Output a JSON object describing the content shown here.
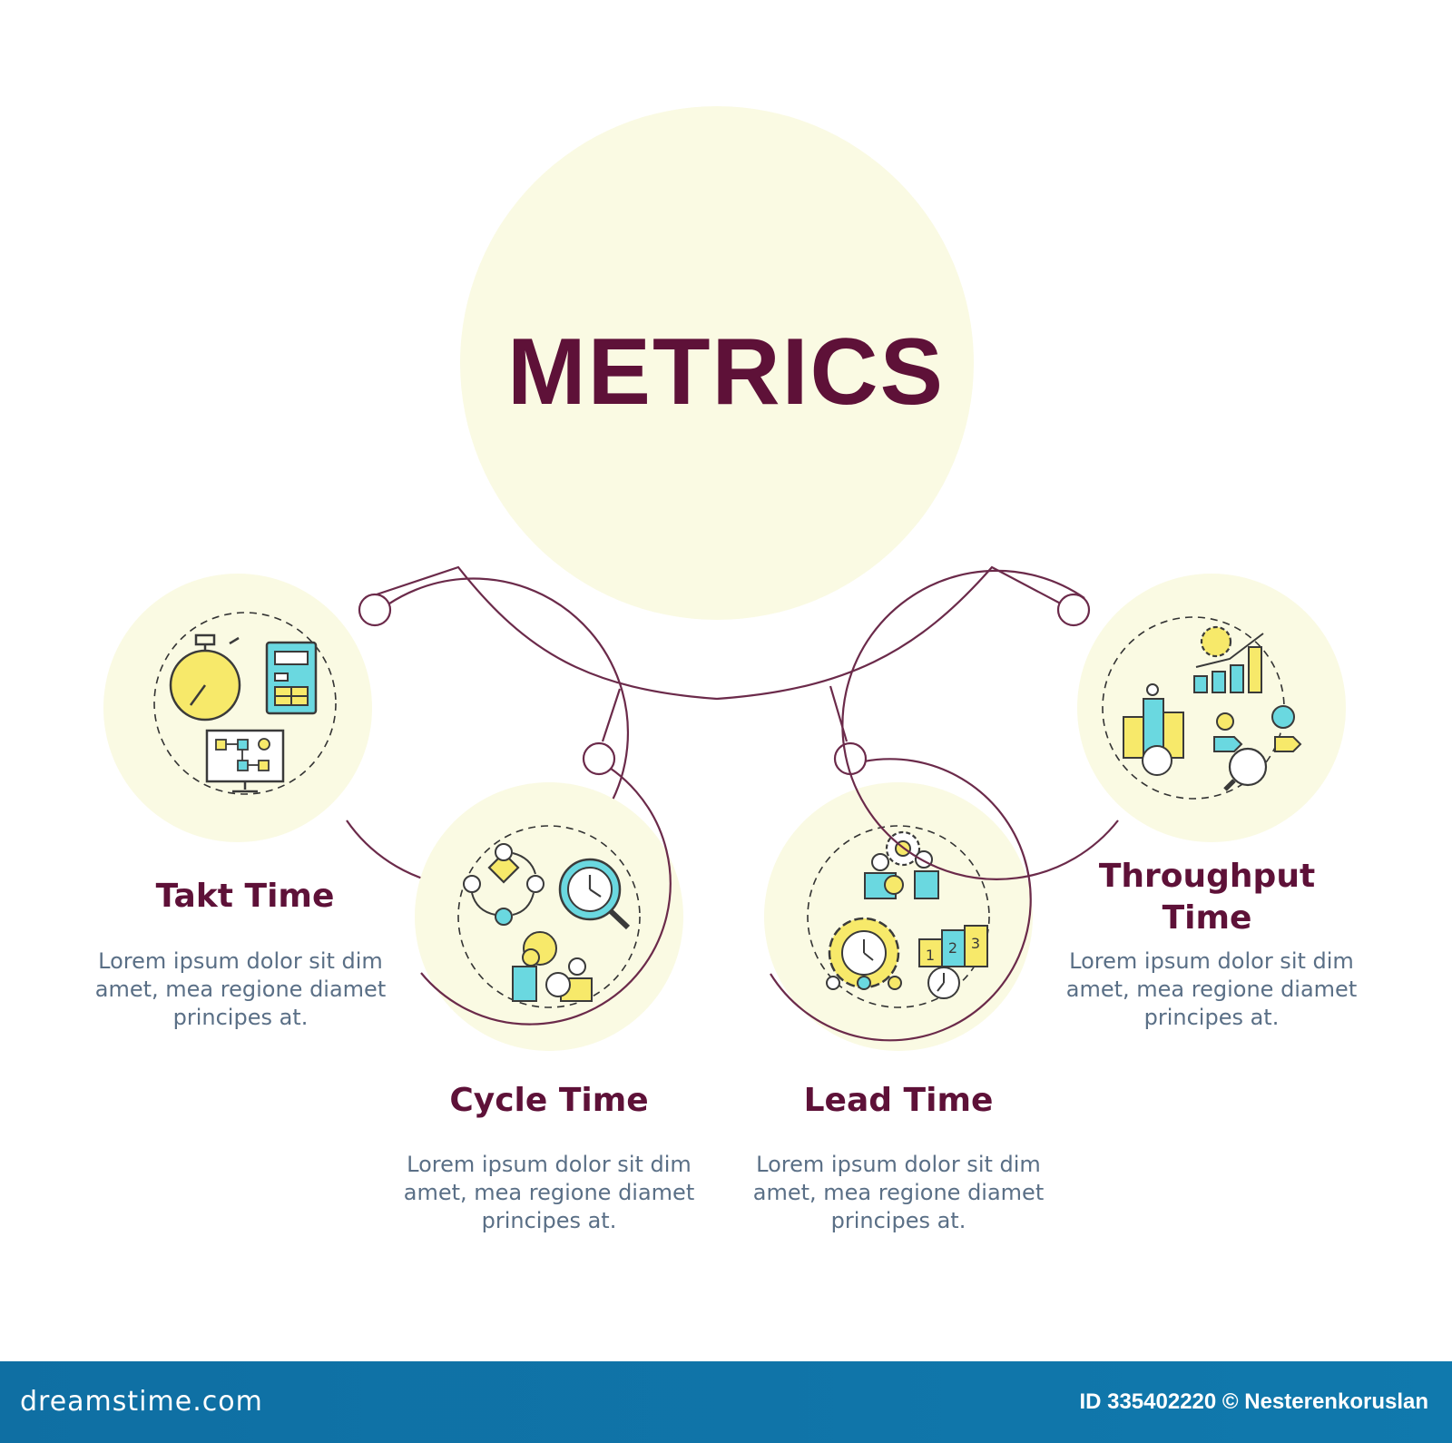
{
  "title": "METRICS",
  "colors": {
    "brand": "#5e1138",
    "connector": "#6b2a4a",
    "circle_fill": "#fafae3",
    "icon_yellow": "#f7e96a",
    "icon_cyan": "#6ad8e0",
    "text_gray": "#5a6f86",
    "footer": "#1079ad"
  },
  "items": [
    {
      "heading": "Takt Time",
      "description": "Lorem ipsum dolor sit dim amet, mea regione diamet principes at.",
      "icons": [
        "stopwatch-icon",
        "calculator-icon",
        "flowchart-monitor-icon"
      ]
    },
    {
      "heading": "Cycle Time",
      "description": "Lorem ipsum dolor sit dim amet, mea regione diamet principes at.",
      "icons": [
        "cycle-steps-icon",
        "magnifier-clock-icon",
        "team-time-icon"
      ]
    },
    {
      "heading": "Lead Time",
      "description": "Lorem ipsum dolor sit dim amet, mea regione diamet principes at.",
      "icons": [
        "team-gears-icon",
        "gear-clock-icon",
        "podium-clock-icon"
      ],
      "podium_labels": [
        "1",
        "2",
        "3"
      ]
    },
    {
      "heading": "Throughput Time",
      "description": "Lorem ipsum dolor sit dim amet, mea regione diamet principes at.",
      "icons": [
        "growth-chart-icon",
        "bar-clock-icon",
        "process-search-icon"
      ]
    }
  ],
  "footer": {
    "brand": "dreamstime.com",
    "credit": "ID 335402220 © Nesterenkoruslan"
  }
}
